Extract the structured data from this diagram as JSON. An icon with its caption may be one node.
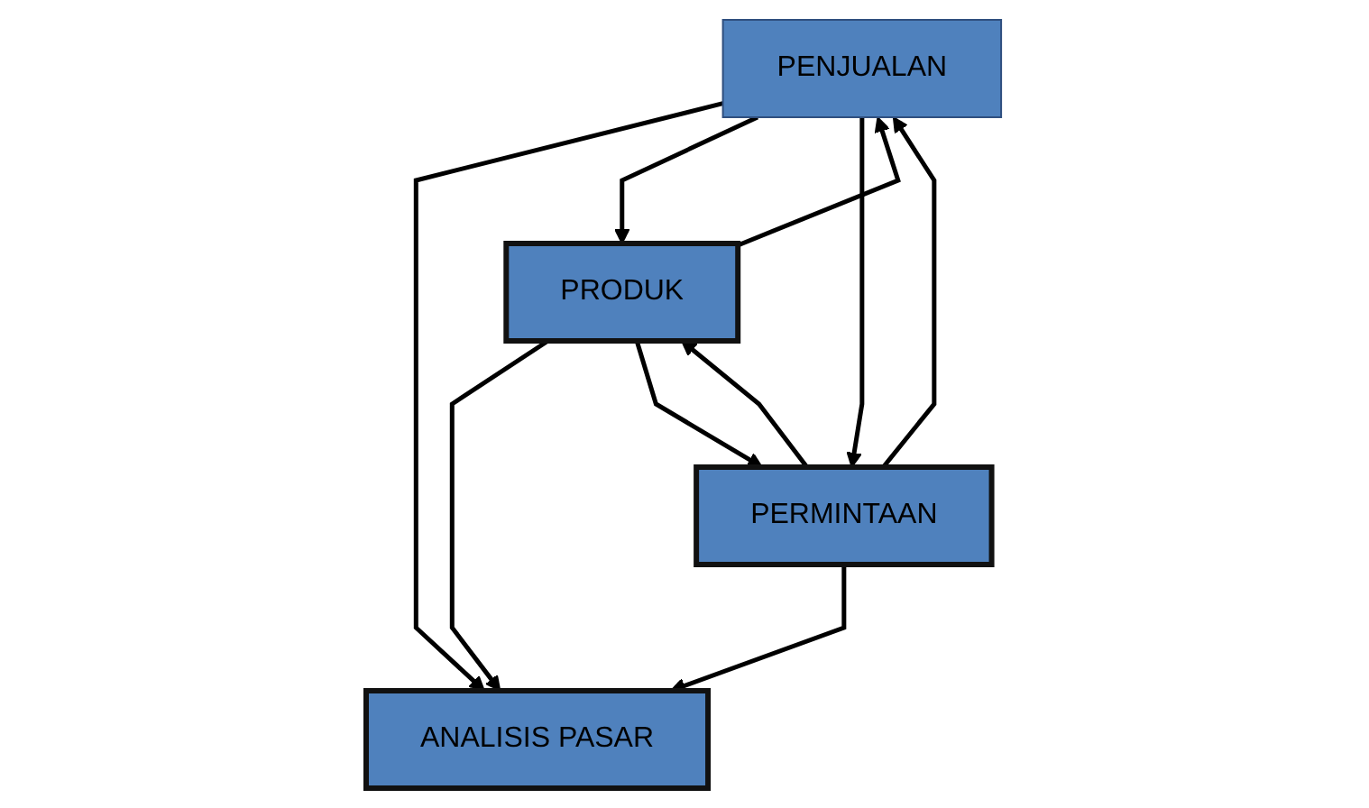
{
  "diagram": {
    "nodes": [
      {
        "text": [
          "ANALISIS PASAR"
        ]
      },
      {
        "text": [
          "PENJUALAN"
        ]
      },
      {
        "text": [
          "PRODUK"
        ]
      },
      {
        "text": [
          "PERMINTAAN"
        ]
      }
    ],
    "edges": [
      {
        "from": 1,
        "to": 0,
        "arrow": "to"
      },
      {
        "from": 2,
        "to": 0,
        "arrow": "to"
      },
      {
        "from": 3,
        "to": 0,
        "arrow": "to"
      },
      {
        "from": 1,
        "to": 2,
        "arrow": "to"
      },
      {
        "from": 2,
        "to": 1,
        "arrow": "to"
      },
      {
        "from": 1,
        "to": 3,
        "arrow": "to"
      },
      {
        "from": 3,
        "to": 1,
        "arrow": "to"
      },
      {
        "from": 3,
        "to": 2,
        "arrow": "to"
      },
      {
        "from": 2,
        "to": 3,
        "arrow": "to"
      }
    ]
  }
}
